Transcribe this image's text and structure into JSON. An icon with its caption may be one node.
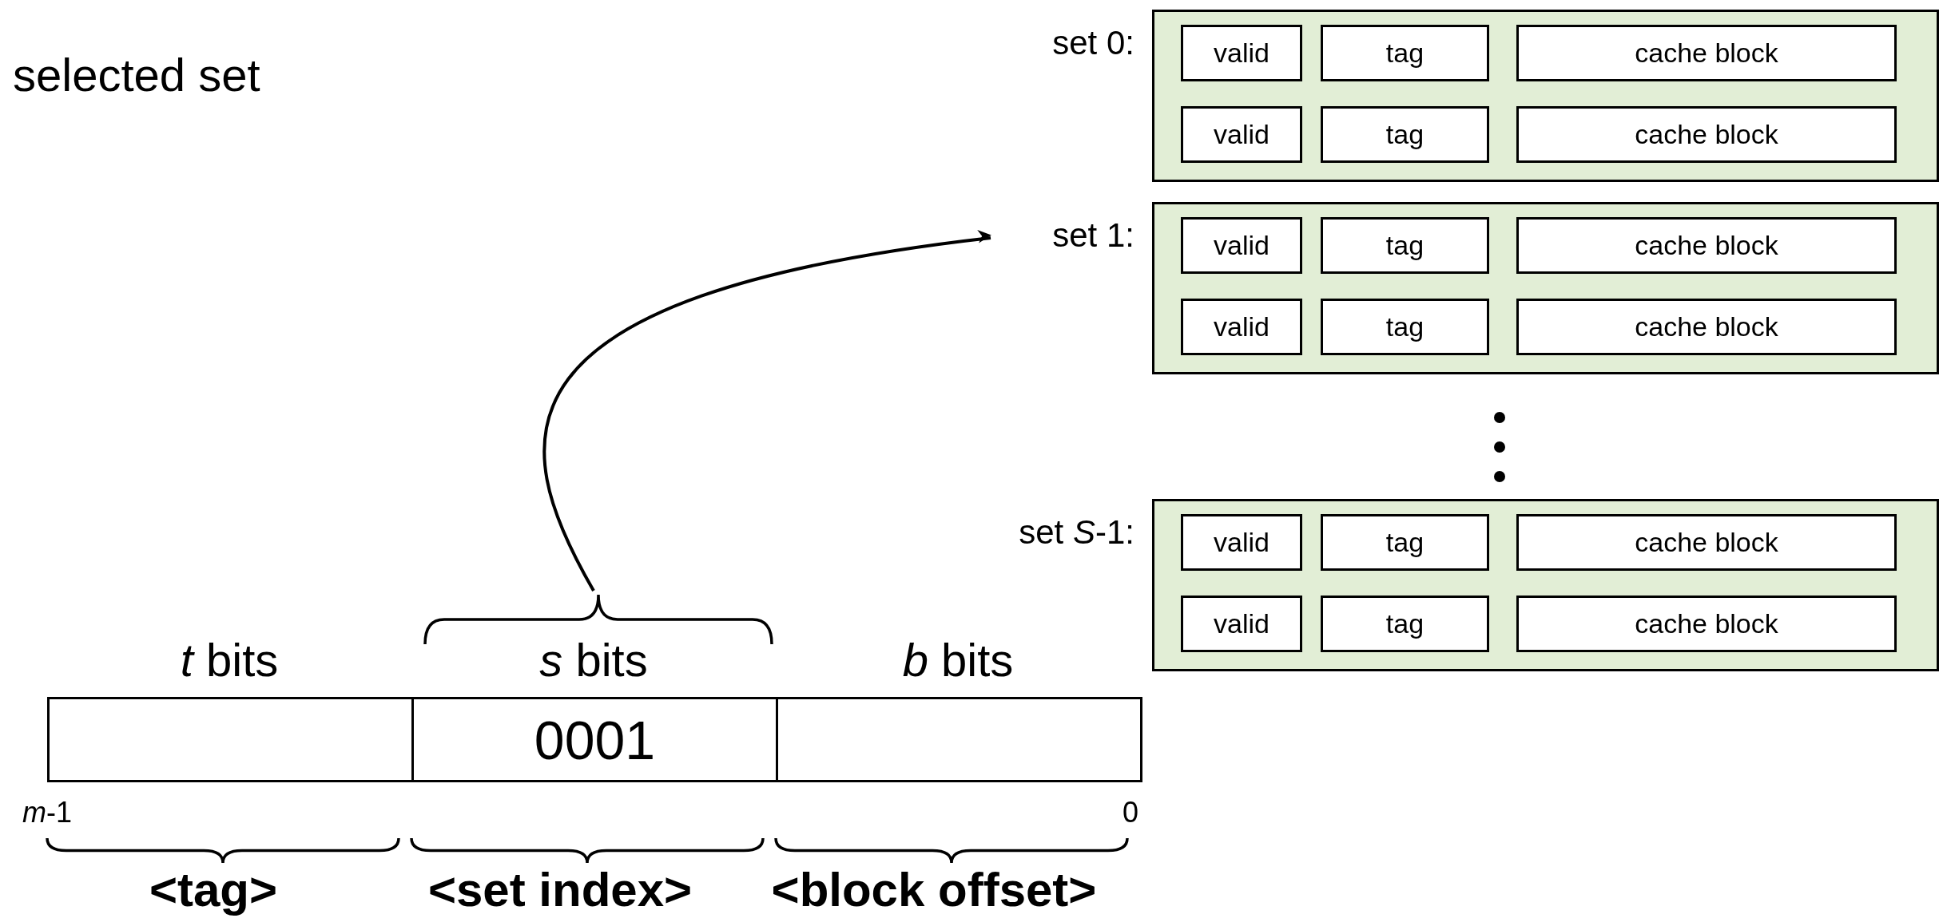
{
  "diagram": {
    "nodes": [
      {
        "text": [
          "set 0:"
        ]
      },
      {
        "text": [
          "valid"
        ],
        "in": 0
      },
      {
        "text": [
          "tag"
        ],
        "in": 0
      },
      {
        "text": [
          "cache block"
        ],
        "in": 0
      },
      {
        "text": [
          "valid"
        ],
        "in": 0
      },
      {
        "text": [
          "tag"
        ],
        "in": 0
      },
      {
        "text": [
          "cache block"
        ],
        "in": 0
      },
      {
        "text": [
          "set 1:"
        ]
      },
      {
        "text": [
          "valid"
        ],
        "in": 7
      },
      {
        "text": [
          "tag"
        ],
        "in": 7
      },
      {
        "text": [
          "cache block"
        ],
        "in": 7
      },
      {
        "text": [
          "valid"
        ],
        "in": 7
      },
      {
        "text": [
          "tag"
        ],
        "in": 7
      },
      {
        "text": [
          "cache block"
        ],
        "in": 7
      },
      {
        "text": [
          "set *S*-1:"
        ]
      },
      {
        "text": [
          "valid"
        ],
        "in": 14
      },
      {
        "text": [
          "tag"
        ],
        "in": 14
      },
      {
        "text": [
          "cache block"
        ],
        "in": 14
      },
      {
        "text": [
          "valid"
        ],
        "in": 14
      },
      {
        "text": [
          "tag"
        ],
        "in": 14
      },
      {
        "text": [
          "cache block"
        ],
        "in": 14
      },
      {
        "text": [
          "*t* bits"
        ]
      },
      {
        "text": [
          "*s* bits",
          "0001"
        ]
      },
      {
        "text": [
          "*b* bits"
        ]
      }
    ],
    "edges": [
      {
        "from": 22,
        "to": 7,
        "arrow": "to"
      }
    ],
    "labels": [
      "selected set",
      "*m*-1",
      "0",
      "<tag>",
      "<set index>",
      "<block offset>"
    ]
  }
}
